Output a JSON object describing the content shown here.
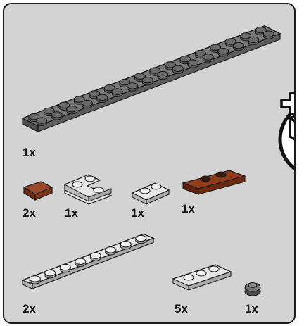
{
  "page": {
    "background": "#d3d3d3",
    "border_color": "#1a1a1a"
  },
  "colors": {
    "dark_gray": "#6d6d6d",
    "light_gray": "#c9c9c9",
    "reddish_brown": "#8a3a1c",
    "outline": "#1a1a1a"
  },
  "parts": [
    {
      "name": "plate-2x16-dark-gray",
      "quantity": "1x"
    },
    {
      "name": "tile-1x1-reddish-brown",
      "quantity": "2x"
    },
    {
      "name": "plate-l-light-gray",
      "quantity": "1x"
    },
    {
      "name": "plate-1x2-light-gray",
      "quantity": "1x"
    },
    {
      "name": "plate-1x3-jumper-reddish-brown",
      "quantity": "1x"
    },
    {
      "name": "plate-1x8-light-gray",
      "quantity": "2x"
    },
    {
      "name": "plate-1x3-light-gray",
      "quantity": "5x"
    },
    {
      "name": "round-plate-1x1-dark-gray",
      "quantity": "1x"
    }
  ],
  "callout": {
    "icon": "add-brick-icon"
  }
}
